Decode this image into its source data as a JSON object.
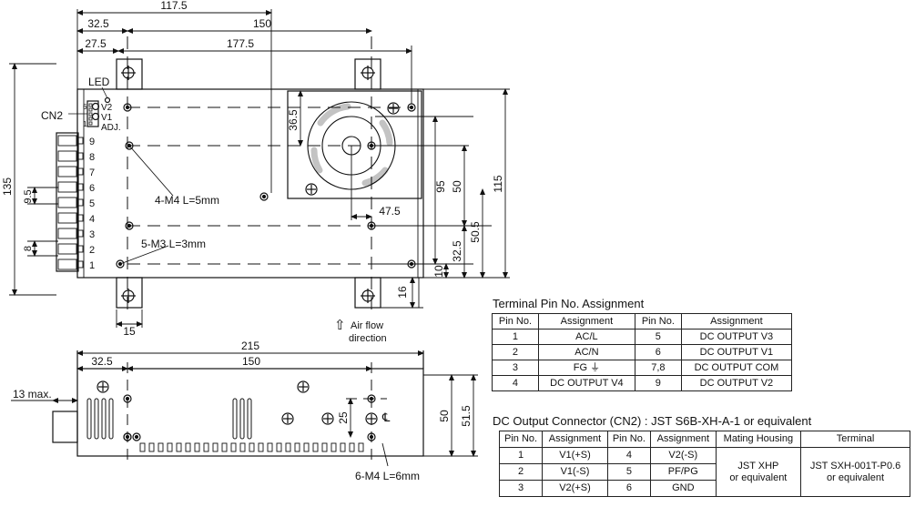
{
  "top_view": {
    "dims": {
      "d117_5": "117.5",
      "d32_5": "32.5",
      "d150": "150",
      "d27_5": "27.5",
      "d177_5": "177.5",
      "d135": "135",
      "d9_5": "9.5",
      "d8": "8",
      "d36_5": "36.5",
      "d47_5": "47.5",
      "d95": "95",
      "d50": "50",
      "d115": "115",
      "d50_5": "50.5",
      "d32_5_right": "32.5",
      "d10": "10",
      "d16": "16",
      "d15": "15"
    },
    "labels": {
      "led": "LED",
      "cn2": "CN2",
      "v2": "V2",
      "v1": "V1",
      "adj": "ADJ.",
      "pin6": "6",
      "pin1": "1",
      "hole_m4": "4-M4 L=5mm",
      "hole_m3": "5-M3 L=3mm"
    },
    "terminal_numbers": [
      "9",
      "8",
      "7",
      "6",
      "5",
      "4",
      "3",
      "2",
      "1"
    ],
    "airflow": {
      "arrow": "⇧",
      "line1": "Air flow",
      "line2": "direction"
    }
  },
  "side_view": {
    "dims": {
      "d215": "215",
      "d32_5": "32.5",
      "d150": "150",
      "d13max": "13 max.",
      "d25": "25",
      "d50": "50",
      "d51_5": "51.5"
    },
    "labels": {
      "hole_m4": "6-M4 L=6mm",
      "center": "℄"
    }
  },
  "terminal_table": {
    "title": "Terminal Pin No.  Assignment",
    "headers": [
      "Pin No.",
      "Assignment",
      "Pin No.",
      "Assignment"
    ],
    "rows": [
      [
        "1",
        "AC/L",
        "5",
        "DC OUTPUT V3"
      ],
      [
        "2",
        "AC/N",
        "6",
        "DC OUTPUT V1"
      ],
      [
        "3",
        "FG ⏚",
        "7,8",
        "DC OUTPUT COM"
      ],
      [
        "4",
        "DC OUTPUT V4",
        "9",
        "DC OUTPUT V2"
      ]
    ]
  },
  "connector_table": {
    "title": "DC Output Connector (CN2) : JST S6B-XH-A-1 or equivalent",
    "headers": [
      "Pin No.",
      "Assignment",
      "Pin No.",
      "Assignment",
      "Mating Housing",
      "Terminal"
    ],
    "rows": [
      [
        "1",
        "V1(+S)",
        "4",
        "V2(-S)"
      ],
      [
        "2",
        "V1(-S)",
        "5",
        "PF/PG"
      ],
      [
        "3",
        "V2(+S)",
        "6",
        "GND"
      ]
    ],
    "mating_housing": {
      "line1": "JST XHP",
      "line2": "or equivalent"
    },
    "terminal": {
      "line1": "JST SXH-001T-P0.6",
      "line2": "or equivalent"
    }
  },
  "colors": {
    "line": "#111111",
    "background": "#ffffff"
  }
}
